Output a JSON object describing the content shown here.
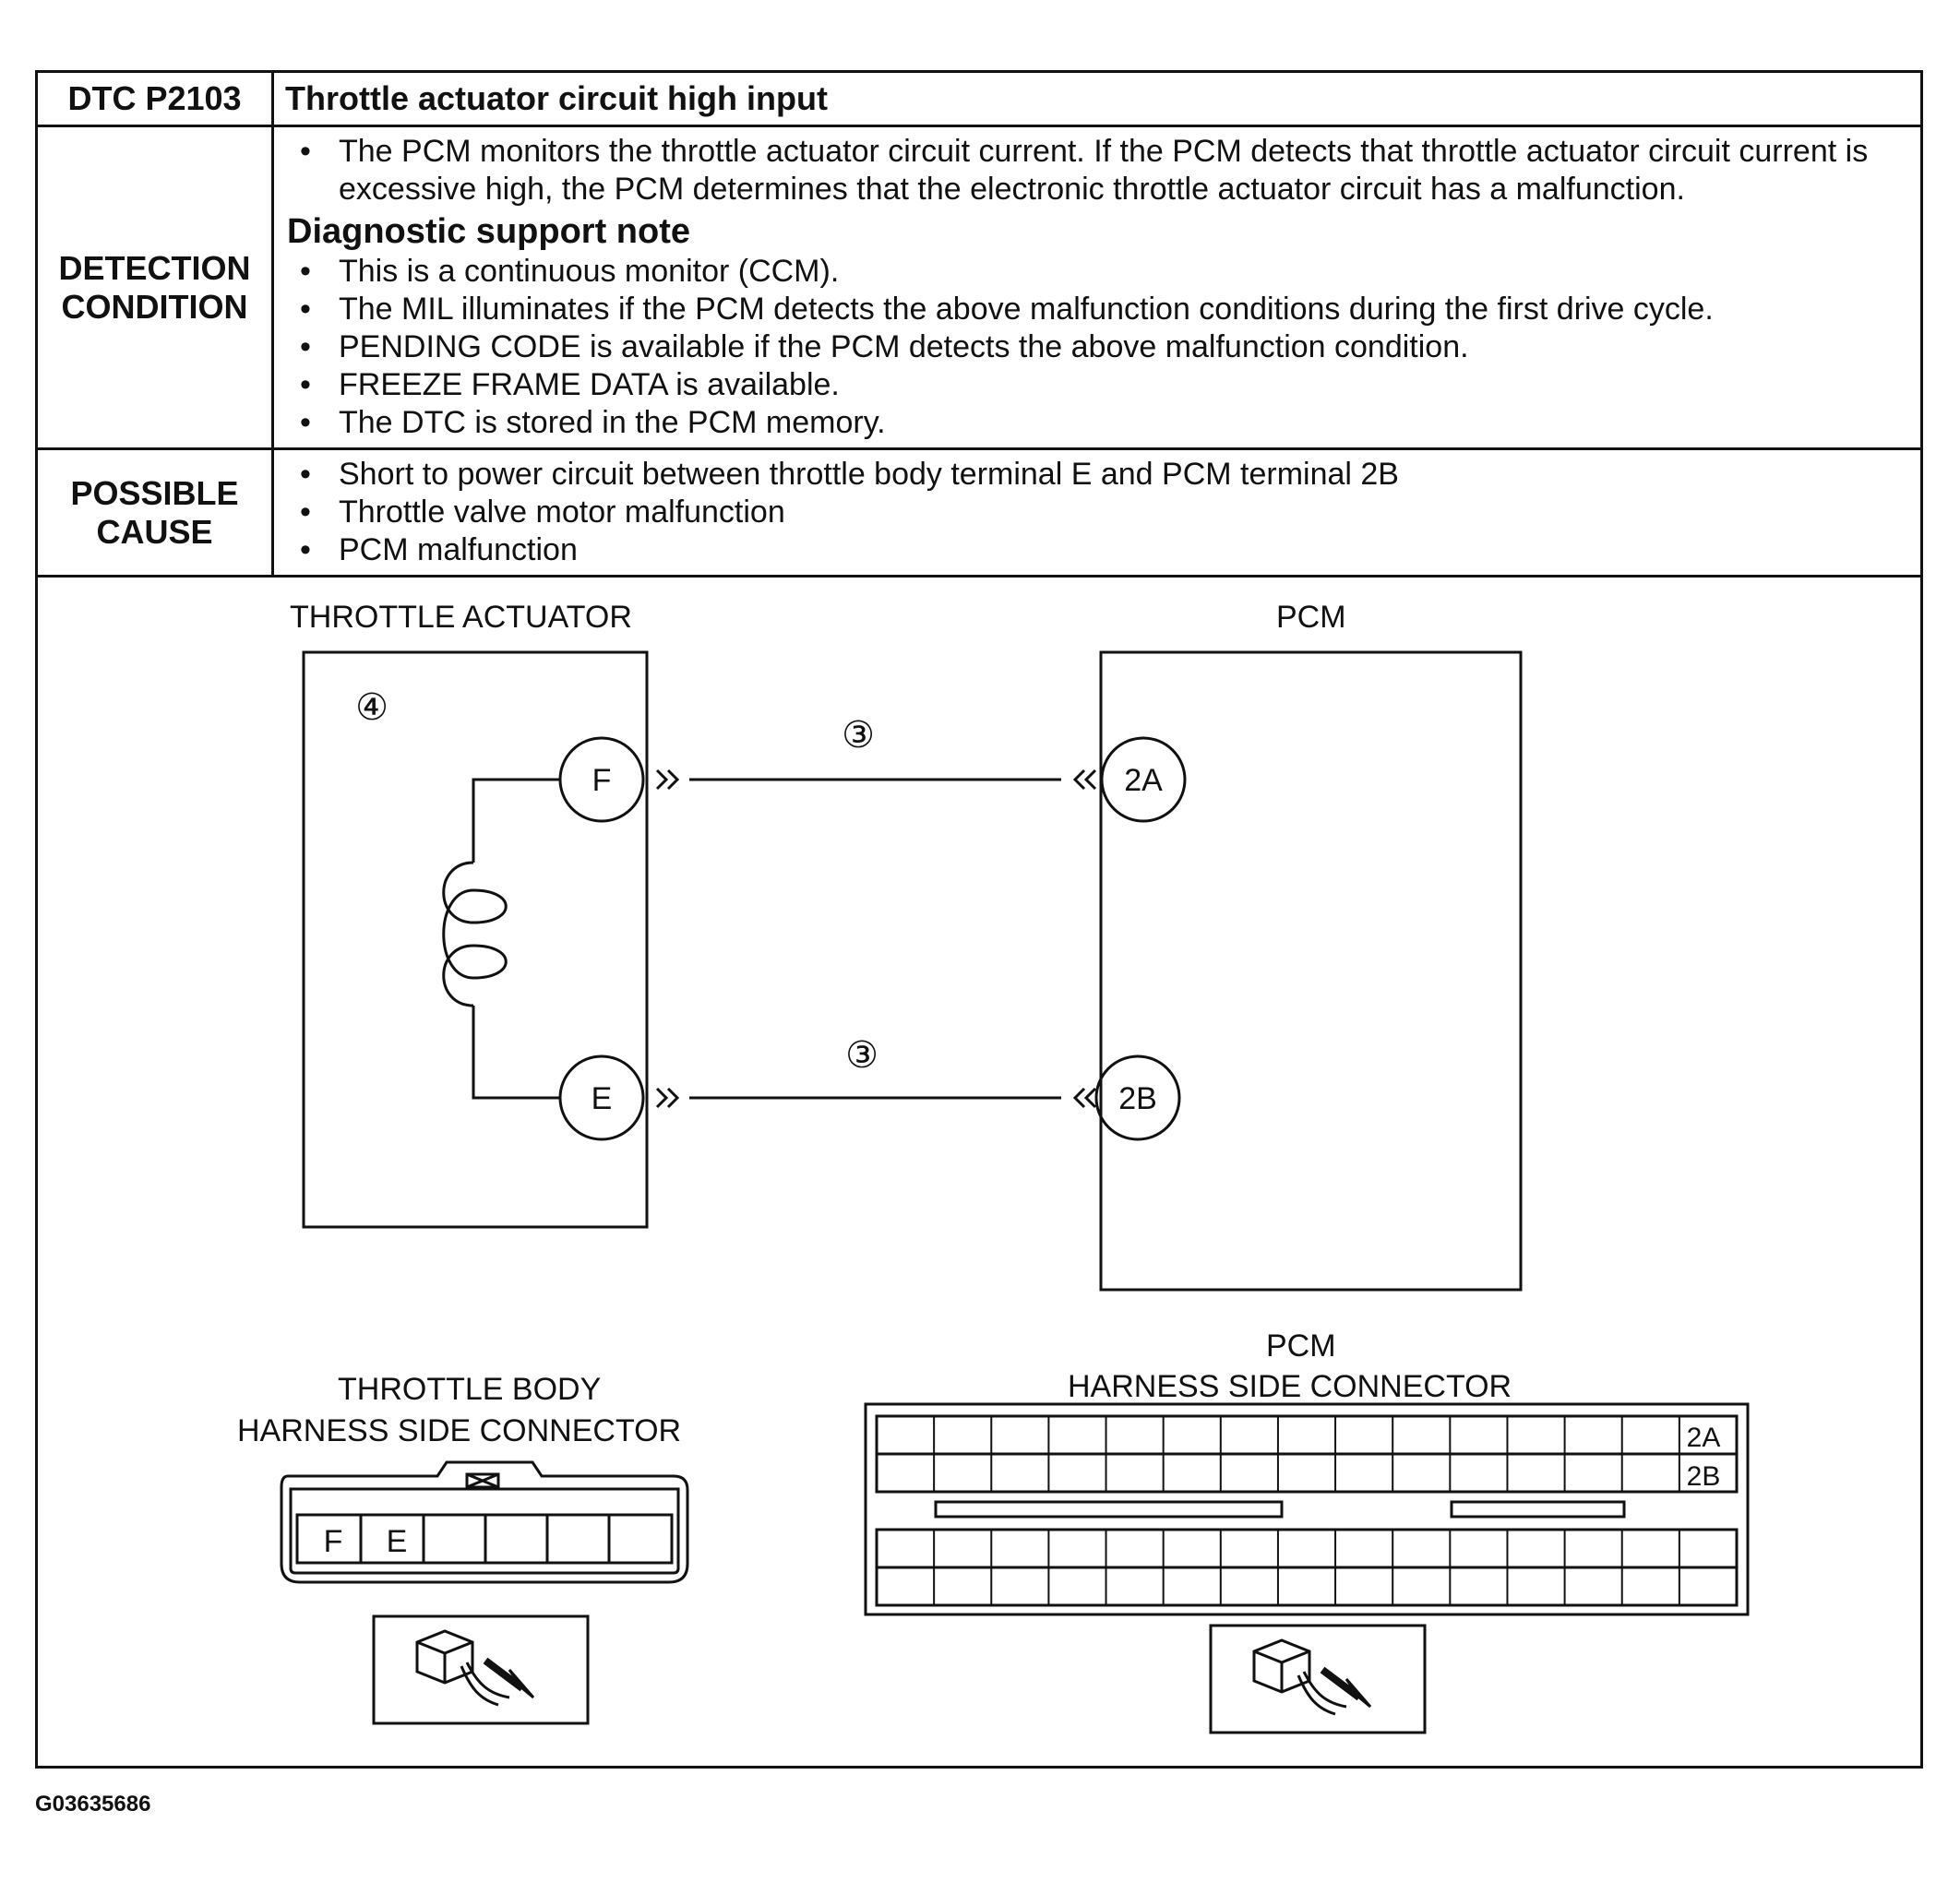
{
  "header": {
    "code": "DTC P2103",
    "title": "Throttle actuator circuit high input"
  },
  "detection": {
    "label_line1": "DETECTION",
    "label_line2": "CONDITION",
    "bullets_top": [
      "The PCM monitors the throttle actuator circuit current. If the PCM detects that throttle actuator circuit current is excessive high, the PCM determines that the electronic throttle actuator circuit has a malfunction."
    ],
    "support_title": "Diagnostic support note",
    "support_bullets": [
      "This is a continuous monitor (CCM).",
      "The MIL illuminates if the PCM detects the above malfunction conditions during the first drive cycle.",
      "PENDING CODE is available if the PCM detects the above malfunction condition.",
      "FREEZE FRAME DATA is available.",
      "The DTC is stored in the PCM memory."
    ]
  },
  "possible_cause": {
    "label_line1": "POSSIBLE",
    "label_line2": "CAUSE",
    "bullets": [
      "Short to power circuit between throttle body terminal E and PCM terminal 2B",
      "Throttle valve motor malfunction",
      "PCM malfunction"
    ]
  },
  "diagram": {
    "actuator_title": "THROTTLE ACTUATOR",
    "pcm_title": "PCM",
    "actuator_ref": "④",
    "wire_ref_top": "③",
    "wire_ref_bottom": "③",
    "terminal_f": "F",
    "terminal_e": "E",
    "terminal_2a": "2A",
    "terminal_2b": "2B",
    "tb_conn_line1": "THROTTLE BODY",
    "tb_conn_line2": "HARNESS SIDE CONNECTOR",
    "tb_conn_f": "F",
    "tb_conn_e": "E",
    "pcm_conn_line1": "PCM",
    "pcm_conn_line2": "HARNESS SIDE CONNECTOR",
    "pcm_conn_2a": "2A",
    "pcm_conn_2b": "2B"
  },
  "figure_code": "G03635686"
}
